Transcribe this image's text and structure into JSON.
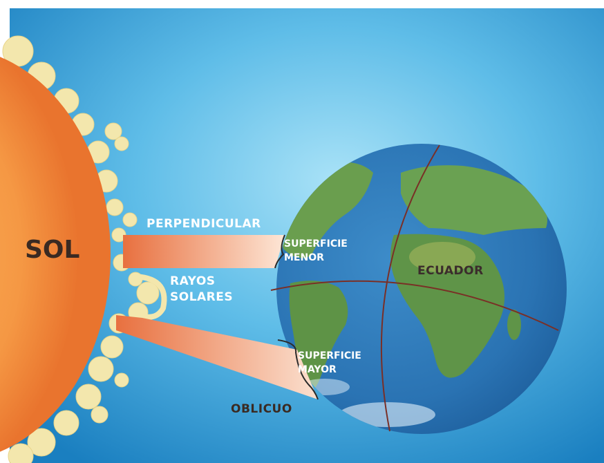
{
  "labels": {
    "sun": "SOL",
    "perpendicular": "PERPENDICULAR",
    "rays_line1": "RAYOS",
    "rays_line2": "SOLARES",
    "small_surface_line1": "SUPERFICIE",
    "small_surface_line2": "MENOR",
    "equator": "ECUADOR",
    "large_surface_line1": "SUPERFICIE",
    "large_surface_line2": "MAYOR",
    "oblique": "OBLICUO"
  },
  "colors": {
    "sky_light": "#9fdcf5",
    "sky_dark": "#1f86c4",
    "sun_core": "#f7a04a",
    "sun_edge": "#e8762e",
    "corona": "#f2e6a8",
    "ray_dark": "#ea7d4d",
    "ray_light": "#fde5d3",
    "ocean": "#2a78b8",
    "land": "#5e9a4a",
    "grid_line": "#7a2f26"
  }
}
